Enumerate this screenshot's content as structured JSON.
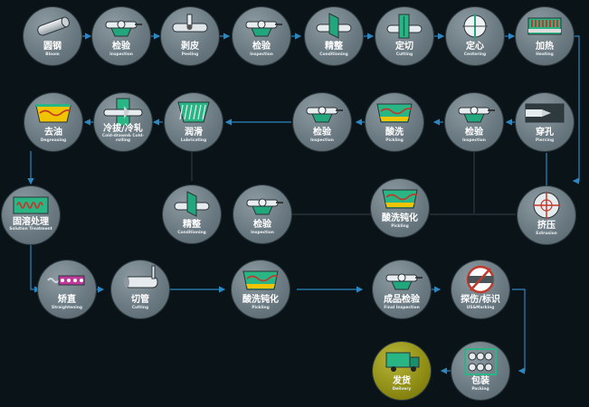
{
  "steps": [
    {
      "id": "bloom",
      "zh": "圆钢",
      "en": "Bloom",
      "icon": "bloom-icon",
      "highlight": false
    },
    {
      "id": "inspection-1",
      "zh": "检验",
      "en": "Inspection",
      "icon": "inspection-icon",
      "highlight": false
    },
    {
      "id": "peeling",
      "zh": "剥皮",
      "en": "Peeling",
      "icon": "peeling-icon",
      "highlight": false
    },
    {
      "id": "inspection-2",
      "zh": "检验",
      "en": "Inspection",
      "icon": "inspection-icon",
      "highlight": false
    },
    {
      "id": "conditioning-1",
      "zh": "精整",
      "en": "Conditioning",
      "icon": "conditioning-icon",
      "highlight": false
    },
    {
      "id": "cutting-1",
      "zh": "定切",
      "en": "Cutting",
      "icon": "cutting-icon",
      "highlight": false
    },
    {
      "id": "centering",
      "zh": "定心",
      "en": "Centering",
      "icon": "centering-icon",
      "highlight": false
    },
    {
      "id": "heating",
      "zh": "加热",
      "en": "Heating",
      "icon": "heating-icon",
      "highlight": false
    },
    {
      "id": "piercing",
      "zh": "穿孔",
      "en": "Piercing",
      "icon": "piercing-icon",
      "highlight": false
    },
    {
      "id": "inspection-3",
      "zh": "检验",
      "en": "Inspection",
      "icon": "inspection-icon",
      "highlight": false
    },
    {
      "id": "pickling-1",
      "zh": "酸洗",
      "en": "Pickling",
      "icon": "pickling-icon",
      "highlight": false
    },
    {
      "id": "inspection-4",
      "zh": "检验",
      "en": "Inspection",
      "icon": "inspection-icon",
      "highlight": false
    },
    {
      "id": "lubricating",
      "zh": "润滑",
      "en": "Lubricating",
      "icon": "lubricating-icon",
      "highlight": false
    },
    {
      "id": "cold-drawn",
      "zh": "冷拔/冷轧",
      "en": "Cold-drawn& Cold-rolling",
      "icon": "cold-drawn-icon",
      "highlight": false
    },
    {
      "id": "degreasing",
      "zh": "去油",
      "en": "Degreasing",
      "icon": "degreasing-icon",
      "highlight": false
    },
    {
      "id": "solution-treatment",
      "zh": "固溶处理",
      "en": "Solution Treatment",
      "icon": "solution-treatment-icon",
      "highlight": false
    },
    {
      "id": "conditioning-2",
      "zh": "精整",
      "en": "Conditioning",
      "icon": "conditioning-icon",
      "highlight": false
    },
    {
      "id": "inspection-5",
      "zh": "检验",
      "en": "Inspection",
      "icon": "inspection-icon",
      "highlight": false
    },
    {
      "id": "pickling-2",
      "zh": "酸洗钝化",
      "en": "Pickling",
      "icon": "pickling-icon",
      "highlight": false
    },
    {
      "id": "extrusion",
      "zh": "挤压",
      "en": "Extrusion",
      "icon": "extrusion-icon",
      "highlight": false
    },
    {
      "id": "straightening",
      "zh": "矫直",
      "en": "Straightening",
      "icon": "straightening-icon",
      "highlight": false
    },
    {
      "id": "cutting-2",
      "zh": "切管",
      "en": "Cutting",
      "icon": "cutting-pipe-icon",
      "highlight": false
    },
    {
      "id": "pickling-3",
      "zh": "酸洗钝化",
      "en": "Pickling",
      "icon": "pickling-icon",
      "highlight": false
    },
    {
      "id": "final-inspection",
      "zh": "成品检验",
      "en": "Final Inspection",
      "icon": "inspection-icon",
      "highlight": false
    },
    {
      "id": "us-marking",
      "zh": "探伤/标识",
      "en": "US&Marking",
      "icon": "marking-icon",
      "highlight": false
    },
    {
      "id": "packing",
      "zh": "包装",
      "en": "Packing",
      "icon": "packing-icon",
      "highlight": false
    },
    {
      "id": "delivery",
      "zh": "发货",
      "en": "Delivery",
      "icon": "delivery-icon",
      "highlight": true
    }
  ],
  "colors": {
    "connector": "#2e86c1",
    "node": "#6b7a82",
    "delivery_node": "#8f8c14",
    "accent": "#1aa37a"
  }
}
